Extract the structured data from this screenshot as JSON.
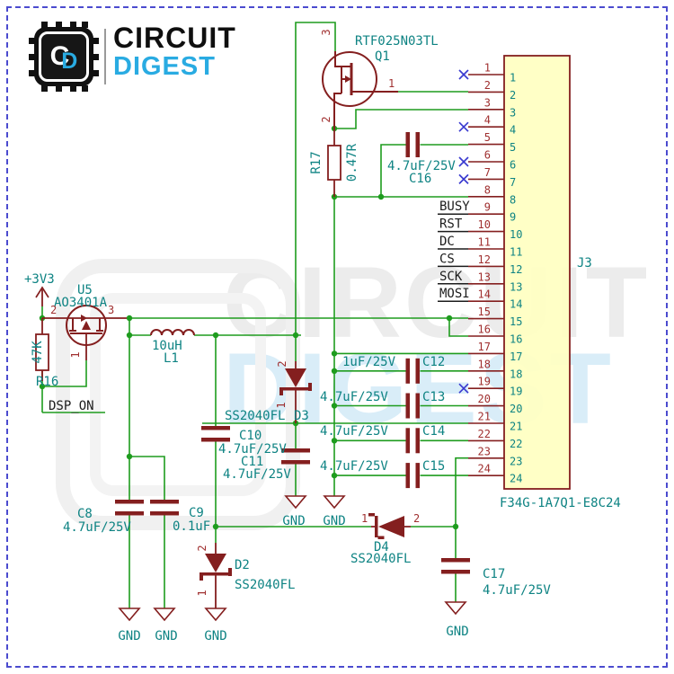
{
  "page": {
    "border_color": "#4b4bcf",
    "background": "#ffffff"
  },
  "logo": {
    "monogram_c": "C",
    "monogram_d": "D",
    "title": "CIRCUIT",
    "subtitle": "DIGEST",
    "title_color": "#0f0f0f",
    "subtitle_color": "#29abe2"
  },
  "watermark": {
    "line1": "CIRCUIT",
    "line2": "DIGEST"
  },
  "colors": {
    "wire": "#1e9c1e",
    "component": "#841f1f",
    "value_text": "#0e8383",
    "pin_number": "#a03030",
    "net_label": "#1c1c1c",
    "no_connect": "#3a3ad0",
    "connector_fill": "#ffffc2"
  },
  "components": {
    "q1": {
      "ref": "Q1",
      "value": "RTF025N03TL",
      "pin_top": "3",
      "pin_bottom": "2",
      "pin_right": "1"
    },
    "u5": {
      "ref": "U5",
      "value": "AO3401A",
      "pin_left": "2",
      "pin_right": "3",
      "pin_bottom": "1"
    },
    "r16": {
      "ref": "R16",
      "value": "47K"
    },
    "r17": {
      "ref": "R17",
      "value": "0.47R"
    },
    "l1": {
      "ref": "L1",
      "value": "10uH"
    },
    "c8": {
      "ref": "C8",
      "value": "4.7uF/25V"
    },
    "c9": {
      "ref": "C9",
      "value": "0.1uF"
    },
    "c10": {
      "ref": "C10",
      "value": "4.7uF/25V"
    },
    "c11": {
      "ref": "C11",
      "value": "4.7uF/25V"
    },
    "c12": {
      "ref": "C12",
      "value": "1uF/25V"
    },
    "c13": {
      "ref": "C13",
      "value": "4.7uF/25V"
    },
    "c14": {
      "ref": "C14",
      "value": "4.7uF/25V"
    },
    "c15": {
      "ref": "C15",
      "value": "4.7uF/25V"
    },
    "c16": {
      "ref": "C16",
      "value": "4.7uF/25V"
    },
    "c17": {
      "ref": "C17",
      "value": "4.7uF/25V"
    },
    "d2": {
      "ref": "D2",
      "value": "SS2040FL",
      "pin_anode": "2",
      "pin_cathode": "1"
    },
    "d3": {
      "ref": "D3",
      "value": "SS2040FL",
      "pin_anode": "2",
      "pin_cathode": "1"
    },
    "d4": {
      "ref": "D4",
      "value": "SS2040FL",
      "pin_left": "1",
      "pin_right": "2"
    }
  },
  "connector": {
    "ref": "J3",
    "part_number": "F34G-1A7Q1-E8C24",
    "pins": [
      "1",
      "2",
      "3",
      "4",
      "5",
      "6",
      "7",
      "8",
      "9",
      "10",
      "11",
      "12",
      "13",
      "14",
      "15",
      "16",
      "17",
      "18",
      "19",
      "20",
      "21",
      "22",
      "23",
      "24"
    ],
    "no_connect_pins": [
      1,
      4,
      6,
      7,
      19
    ],
    "signal_labels": [
      {
        "pin": 9,
        "name": "BUSY"
      },
      {
        "pin": 10,
        "name": "RST"
      },
      {
        "pin": 11,
        "name": "DC"
      },
      {
        "pin": 12,
        "name": "CS"
      },
      {
        "pin": 13,
        "name": "SCK"
      },
      {
        "pin": 14,
        "name": "MOSI"
      }
    ]
  },
  "power": {
    "rail": "+3V3",
    "enable_label": "DSP_ON",
    "ground_label": "GND"
  }
}
